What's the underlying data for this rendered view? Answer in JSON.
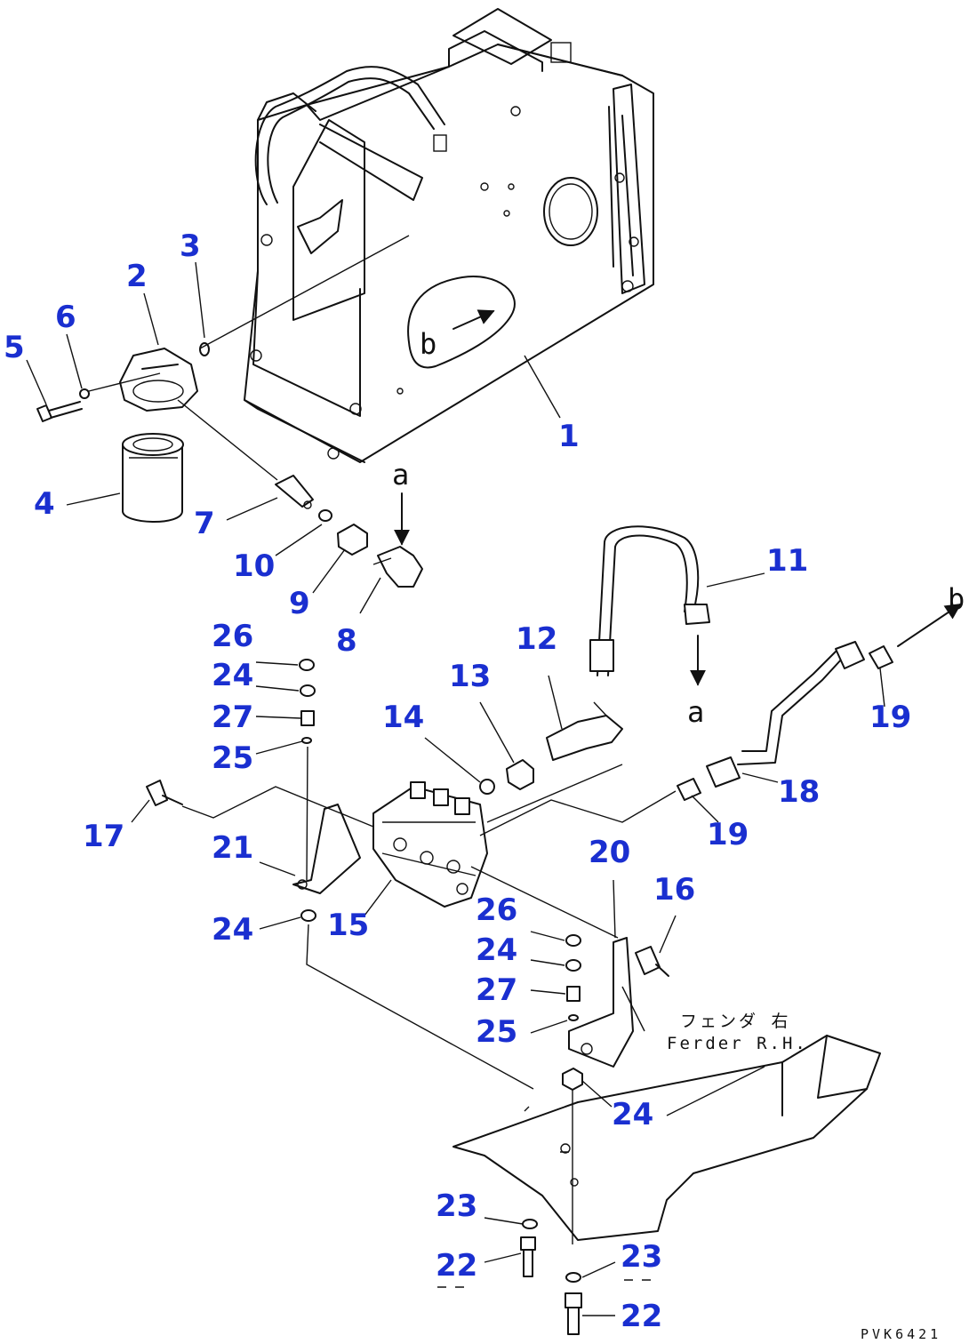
{
  "callouts": {
    "n1": "1",
    "n2": "2",
    "n3": "3",
    "n4": "4",
    "n5": "5",
    "n6": "6",
    "n7": "7",
    "n8": "8",
    "n9": "9",
    "n10": "10",
    "n11": "11",
    "n12": "12",
    "n13": "13",
    "n14": "14",
    "n15": "15",
    "n16": "16",
    "n17": "17",
    "n18": "18",
    "n19a": "19",
    "n19b": "19",
    "n20": "20",
    "n21": "21",
    "n22a": "22",
    "n22b": "22",
    "n23a": "23",
    "n23b": "23",
    "n24a": "24",
    "n24b": "24",
    "n24c": "24",
    "n24d": "24",
    "n25a": "25",
    "n25b": "25",
    "n26a": "26",
    "n26b": "26",
    "n27a": "27",
    "n27b": "27"
  },
  "ref_letters": {
    "a_top": "a",
    "a_right": "a",
    "b_inset": "b",
    "b_right": "b"
  },
  "notes": {
    "fender_jp": "フェンダ 右",
    "fender_en": "Ferder R.H."
  },
  "drawing_code": "PVK6421",
  "colors": {
    "callout": "#1a2fd0",
    "line": "#111111",
    "background": "#ffffff"
  }
}
